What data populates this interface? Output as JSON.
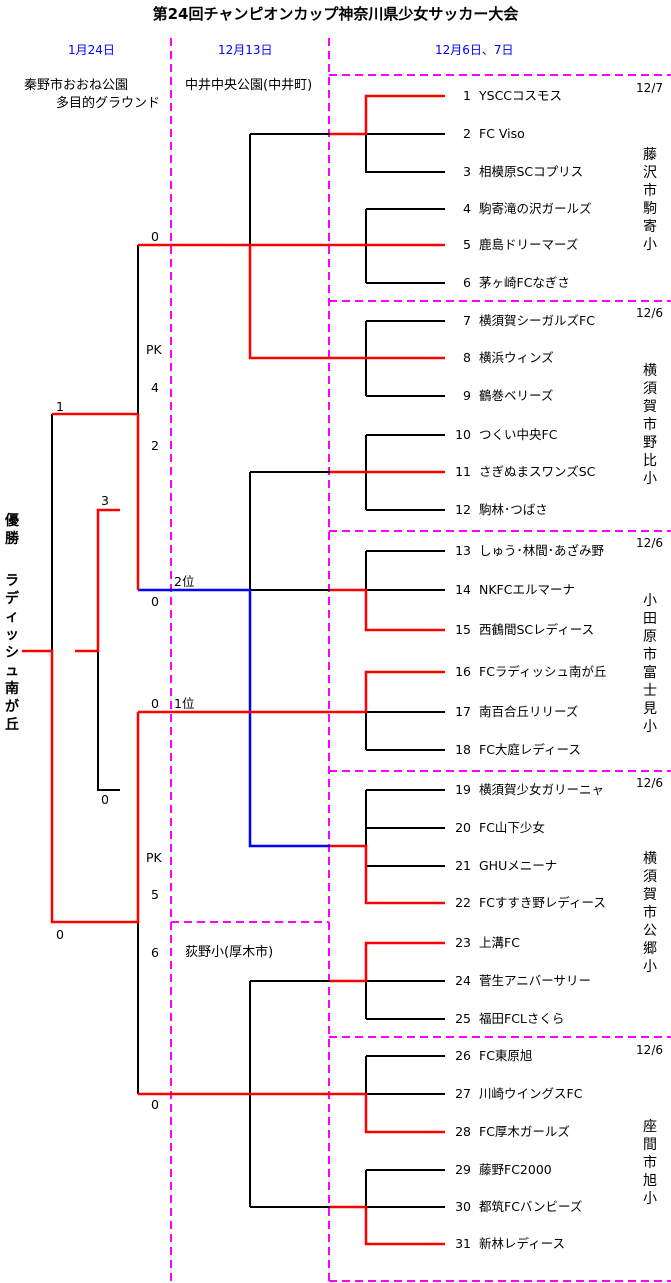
{
  "title": "第24回チャンピオンカップ神奈川県少女サッカー大会",
  "rounds": [
    {
      "date": "1月24日",
      "venue_line1": "秦野市おおね公園",
      "venue_line2": "多目的グラウンド"
    },
    {
      "date": "12月13日",
      "venue": "中井中央公園(中井町)",
      "venue2": "荻野小(厚木市)"
    },
    {
      "date": "12月6日、7日"
    }
  ],
  "champion": {
    "label": "優勝",
    "team": "ラディッシュ南が丘"
  },
  "teams": [
    {
      "no": "1",
      "name": "YSCCコスモス"
    },
    {
      "no": "2",
      "name": "FC Viso"
    },
    {
      "no": "3",
      "name": "相模原SCコプリス"
    },
    {
      "no": "4",
      "name": "駒寄滝の沢ガールズ"
    },
    {
      "no": "5",
      "name": "鹿島ドリーマーズ"
    },
    {
      "no": "6",
      "name": "茅ヶ崎FCなぎさ"
    },
    {
      "no": "7",
      "name": "横須賀シーガルズFC"
    },
    {
      "no": "8",
      "name": "横浜ウィンズ"
    },
    {
      "no": "9",
      "name": "鶴巻ベリーズ"
    },
    {
      "no": "10",
      "name": "つくい中央FC"
    },
    {
      "no": "11",
      "name": "さぎぬまスワンズSC"
    },
    {
      "no": "12",
      "name": "駒林･つばさ"
    },
    {
      "no": "13",
      "name": "しゅう･林間･あざみ野"
    },
    {
      "no": "14",
      "name": "NKFCエルマーナ"
    },
    {
      "no": "15",
      "name": "西鶴間SCレディース"
    },
    {
      "no": "16",
      "name": "FCラディッシュ南が丘"
    },
    {
      "no": "17",
      "name": "南百合丘リリーズ"
    },
    {
      "no": "18",
      "name": "FC大庭レディース"
    },
    {
      "no": "19",
      "name": "横須賀少女ガリーニャ"
    },
    {
      "no": "20",
      "name": "FC山下少女"
    },
    {
      "no": "21",
      "name": "GHUメニーナ"
    },
    {
      "no": "22",
      "name": "FCすすき野レディース"
    },
    {
      "no": "23",
      "name": "上溝FC"
    },
    {
      "no": "24",
      "name": "菅生アニバーサリー"
    },
    {
      "no": "25",
      "name": "福田FCLさくら"
    },
    {
      "no": "26",
      "name": "FC東原旭"
    },
    {
      "no": "27",
      "name": "川崎ウイングスFC"
    },
    {
      "no": "28",
      "name": "FC厚木ガールズ"
    },
    {
      "no": "29",
      "name": "藤野FC2000"
    },
    {
      "no": "30",
      "name": "都筑FCバンビーズ"
    },
    {
      "no": "31",
      "name": "新林レディース"
    }
  ],
  "venues": [
    {
      "date": "12/7",
      "name": "藤沢市駒寄小"
    },
    {
      "date": "12/6",
      "name": "横須賀市野比小"
    },
    {
      "date": "12/6",
      "name": "小田原市富士見小"
    },
    {
      "date": "12/6",
      "name": "横須賀市公郷小"
    },
    {
      "date": "12/6",
      "name": "座間市旭小"
    }
  ],
  "scores": {
    "sf1_top": "0",
    "sf1_pk": "PK",
    "sf1_pk_top": "4",
    "sf1_pk_bottom": "2",
    "sf1_bottom": "0",
    "rank2": "2位",
    "rank1": "1位",
    "sf2_top": "0",
    "sf2_pk": "PK",
    "sf2_pk_top": "5",
    "sf2_pk_bottom": "6",
    "sf2_bottom": "0",
    "final_top": "1",
    "final_bottom": "0",
    "third_top": "3",
    "third_bottom": "0"
  },
  "colors": {
    "win": "#ff0000",
    "loss": "#000000",
    "league": "#0000ff",
    "divider": "#ff00ff",
    "date": "#0000ff"
  }
}
